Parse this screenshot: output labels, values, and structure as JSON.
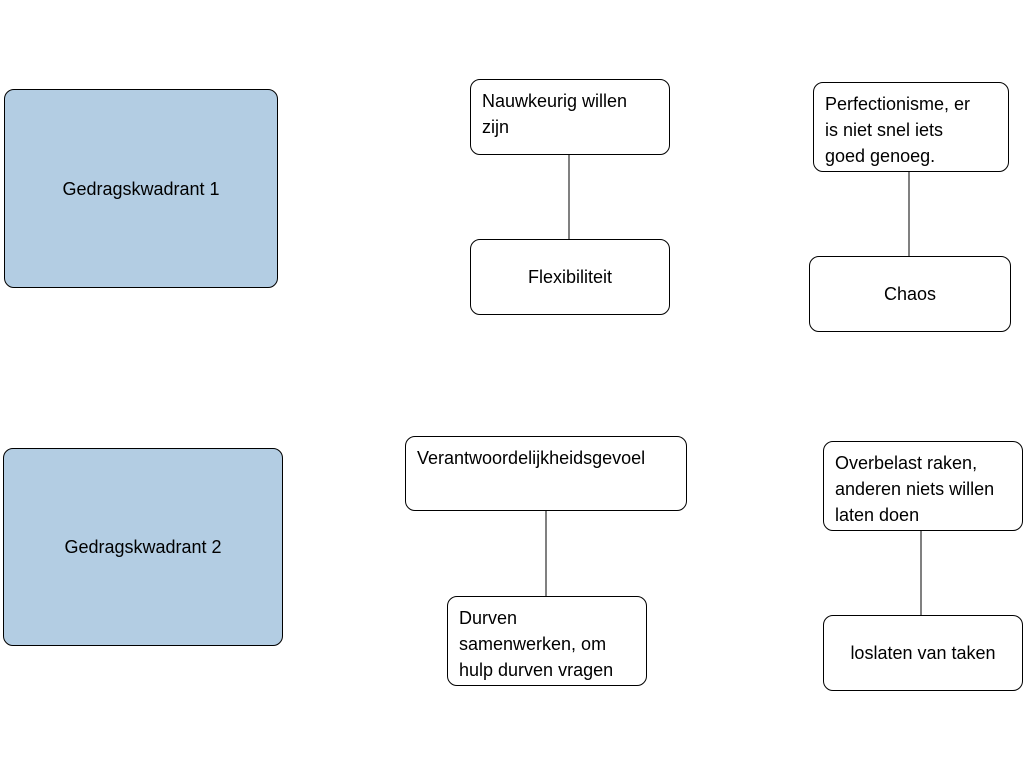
{
  "colors": {
    "quadrant_fill": "#b3cde3",
    "box_fill": "#ffffff",
    "stroke": "#000000"
  },
  "quadrants": [
    {
      "label": "Gedragskwadrant 1"
    },
    {
      "label": "Gedragskwadrant 2"
    }
  ],
  "nodes": {
    "q1_quality": "Nauwkeurig willen\nzijn",
    "q1_challenge": "Flexibiliteit",
    "q1_pitfall": "Perfectionisme, er\nis niet snel iets\ngoed genoeg.",
    "q1_allergy": "Chaos",
    "q2_quality": "Verantwoordelijkheidsgevoel",
    "q2_challenge": "Durven\nsamenwerken, om\nhulp durven vragen",
    "q2_pitfall": "Overbelast raken,\nanderen niets willen\nlaten doen",
    "q2_allergy": "loslaten van taken"
  }
}
